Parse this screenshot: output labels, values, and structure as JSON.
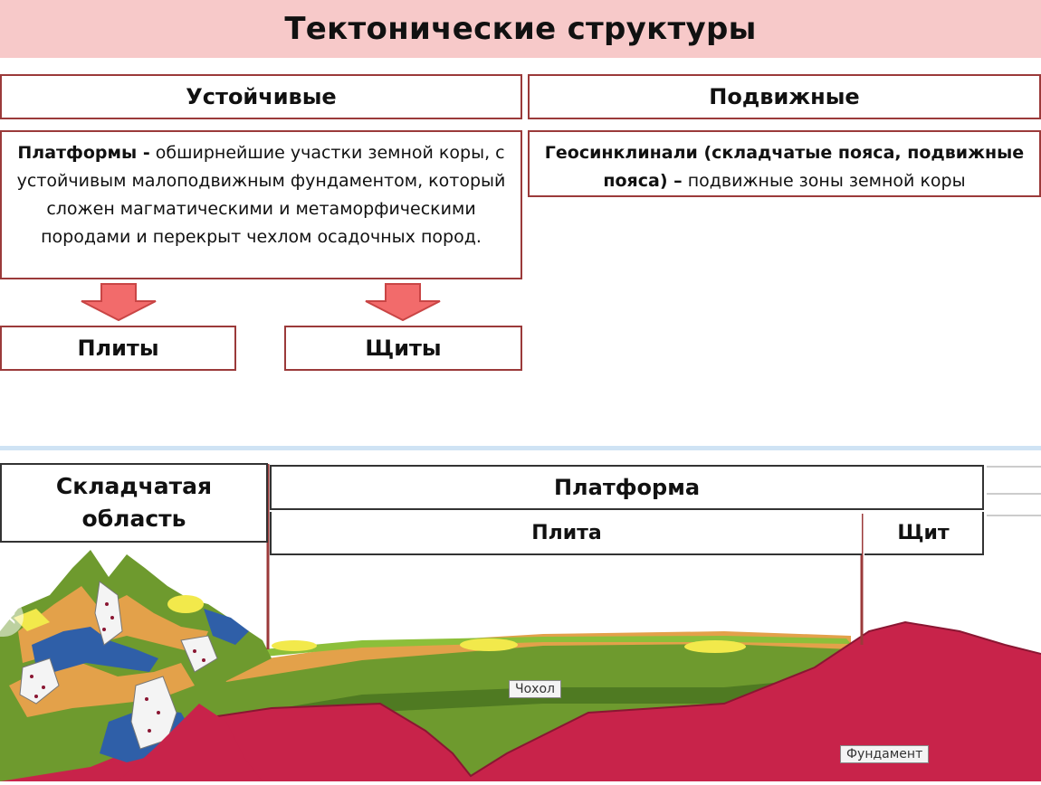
{
  "title": "Тектонические структуры",
  "categories": {
    "stable": "Устойчивые",
    "mobile": "Подвижные"
  },
  "platforms": {
    "term": "Платформы -",
    "definition": "обширнейшие участки земной коры, с устойчивым малоподвижным фундаментом, который сложен магматическими и метаморфическими породами и перекрыт чехлом осадочных пород."
  },
  "geosynclines": {
    "term": "Геосинклинали (складчатые пояса, подвижные пояса) –",
    "definition": "подвижные зоны земной коры"
  },
  "subtypes": {
    "plates": "Плиты",
    "shields": "Щиты"
  },
  "diagram": {
    "folded_area": "Складчатая область",
    "platform": "Платформа",
    "plate": "Плита",
    "shield": "Щит",
    "cover_label": "Чохол",
    "basement_label": "Фундамент"
  },
  "icons": {
    "down_arrow": "down-arrow-icon",
    "nav_prev": "chevron-left-icon",
    "nav_next": "chevron-right-icon"
  },
  "colors": {
    "title_bg": "#f7c9c9",
    "box_border": "#9b3a3a",
    "arrow_fill": "#f26b6b",
    "basement": "#c8234a",
    "green_layer": "#6e9a2e",
    "orange_layer": "#e3a14a",
    "yellow_layer": "#f2e94b",
    "blue_layer": "#2f5fa8"
  }
}
